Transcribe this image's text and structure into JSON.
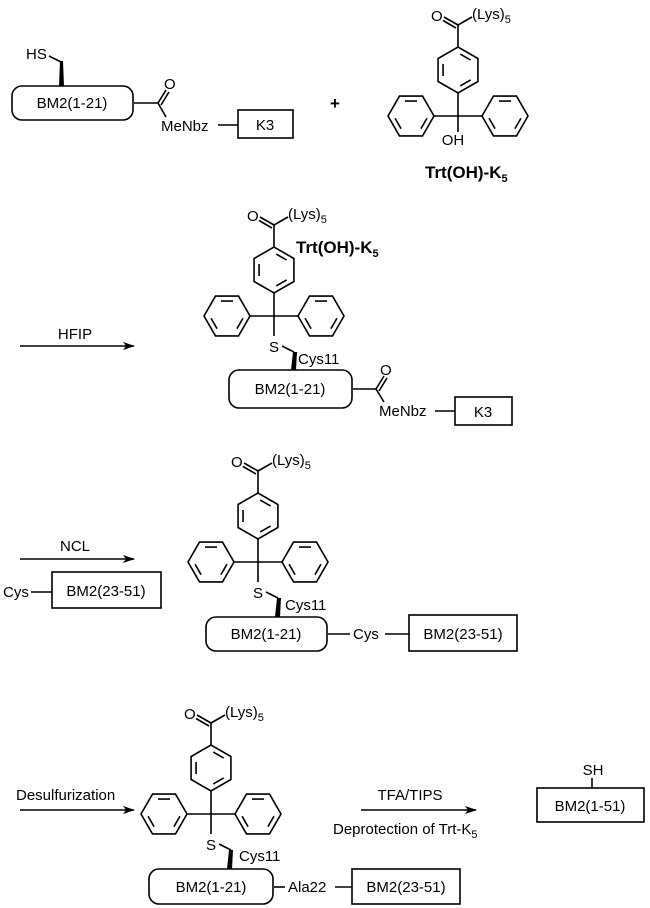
{
  "title": "Synthesis scheme of BM2(1-51) using Trt(OH)-K5 solubilizing tag",
  "reactants": {
    "peptide_fragment": "BM2(1-21)",
    "thiol_label": "HS",
    "linker": "MeNbz",
    "tag": "K3",
    "plus_sign": "+",
    "reagent_name": "Trt(OH)-K",
    "reagent_name_sub": "5",
    "hydroxyl_label": "OH"
  },
  "common": {
    "carbonyl_o": "O",
    "lys_label": "(Lys)",
    "lys_sub": "5",
    "sulfur": "S",
    "cys11": "Cys11",
    "fragment_1_21": "BM2(1-21)",
    "fragment_23_51": "BM2(23-51)"
  },
  "steps": [
    {
      "reagent": "HFIP",
      "product_tag_name": "Trt(OH)-K",
      "product_tag_sub": "5",
      "linker": "MeNbz",
      "c_term_tag": "K3"
    },
    {
      "reagent": "NCL",
      "co_reactant_cys": "Cys",
      "co_reactant_fragment": "BM2(23-51)",
      "junction": "Cys"
    },
    {
      "reagent": "Desulfurization",
      "junction": "Ala22"
    },
    {
      "reagent": "TFA/TIPS",
      "condition": "Deprotection of Trt-K",
      "condition_sub": "5",
      "final_product": "BM2(1-51)",
      "final_thiol": "SH"
    }
  ]
}
